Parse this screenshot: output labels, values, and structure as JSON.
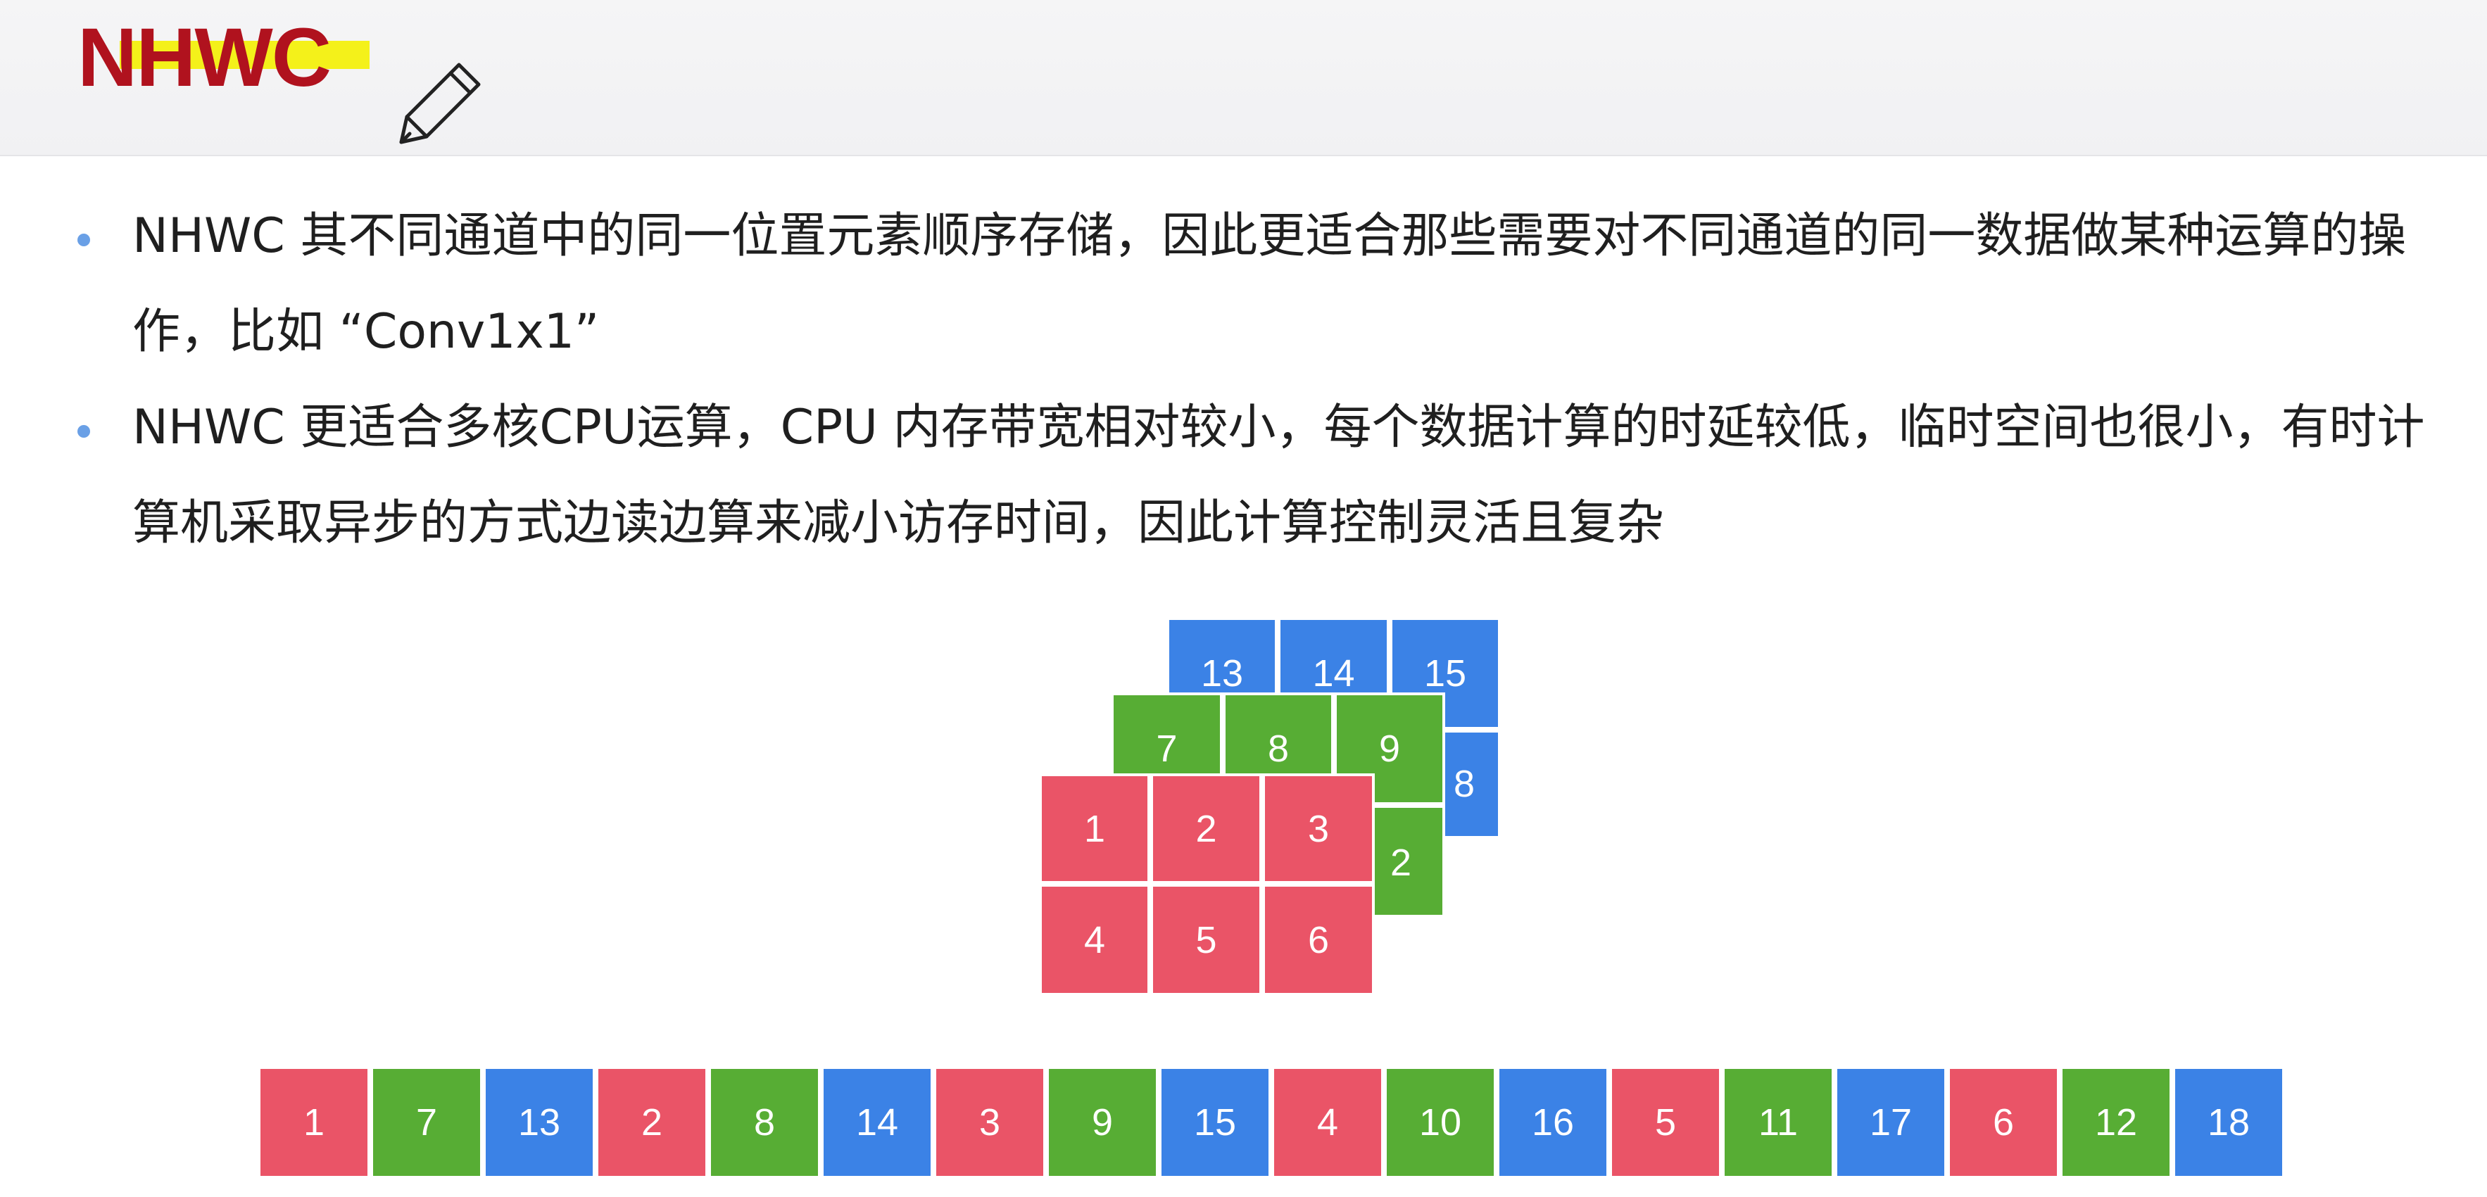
{
  "title": "NHWC",
  "colors": {
    "title": "#b0121e",
    "highlight": "#f4f11a",
    "bullet": "#6aa0e6",
    "channel_red": "#ea5467",
    "channel_green": "#57ad34",
    "channel_blue": "#3b82e6"
  },
  "icons": [
    "pencil-icon"
  ],
  "bullets": [
    "NHWC 其不同通道中的同一位置元素顺序存储，因此更适合那些需要对不同通道的同一数据做某种运算的操作，比如 “Conv1x1”",
    "NHWC 更适合多核CPU运算，CPU 内存带宽相对较小，每个数据计算的时延较低，临时空间也很小，有时计算机采取异步的方式边读边算来减小访存时间，因此计算控制灵活且复杂"
  ],
  "tensor": {
    "red": [
      "1",
      "2",
      "3",
      "4",
      "5",
      "6"
    ],
    "green": [
      "7",
      "8",
      "9",
      "",
      "",
      "2"
    ],
    "blue": [
      "13",
      "14",
      "15",
      "",
      "",
      "8"
    ]
  },
  "linear_layout": [
    "1",
    "7",
    "13",
    "2",
    "8",
    "14",
    "3",
    "9",
    "15",
    "4",
    "10",
    "16",
    "5",
    "11",
    "17",
    "6",
    "12",
    "18"
  ]
}
